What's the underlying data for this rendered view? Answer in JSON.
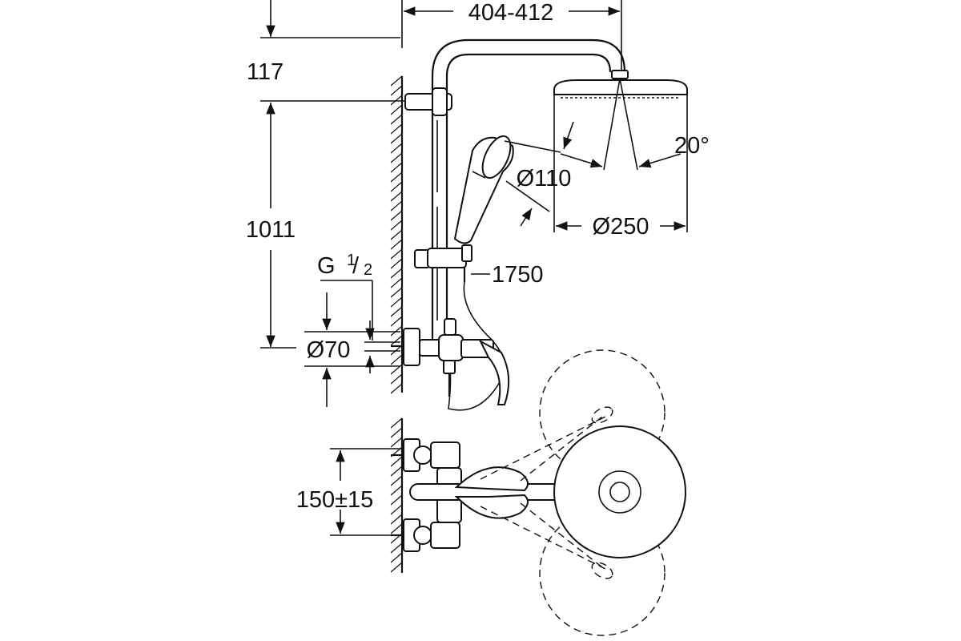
{
  "dimensions": {
    "arm_reach": "404-412",
    "top_offset": "117",
    "rail_height": "1011",
    "thread_main": "G",
    "thread_num": "1",
    "thread_den": "2",
    "inlet_diameter": "Ø70",
    "hand_shower_diameter": "Ø110",
    "head_shower_diameter": "Ø250",
    "tilt_angle": "20°",
    "hose_length": "1750",
    "inlet_spacing": "150±15"
  }
}
